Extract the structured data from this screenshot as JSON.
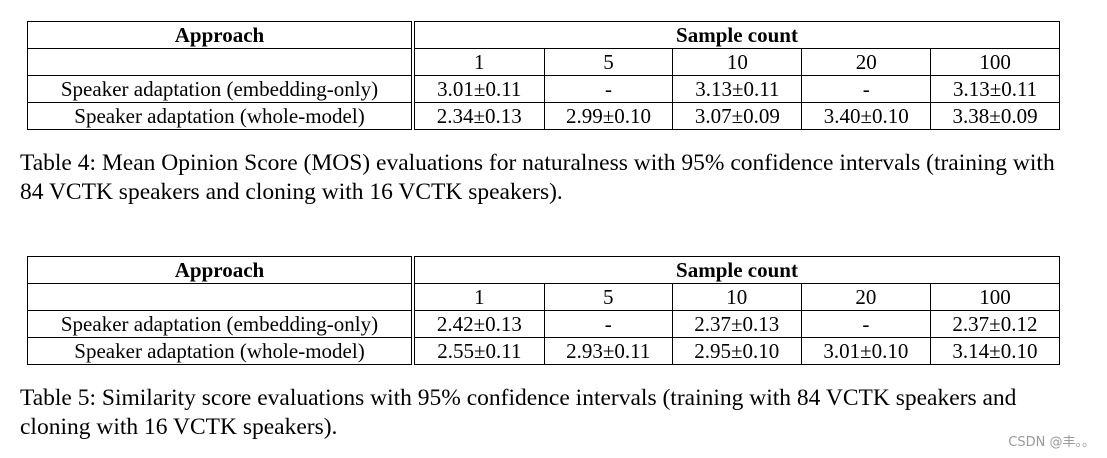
{
  "tables": [
    {
      "header": {
        "approach": "Approach",
        "sample_count": "Sample count"
      },
      "counts": [
        "1",
        "5",
        "10",
        "20",
        "100"
      ],
      "rows": [
        {
          "label": "Speaker adaptation (embedding-only)",
          "values": [
            "3.01±0.11",
            "-",
            "3.13±0.11",
            "-",
            "3.13±0.11"
          ]
        },
        {
          "label": "Speaker adaptation (whole-model)",
          "values": [
            "2.34±0.13",
            "2.99±0.10",
            "3.07±0.09",
            "3.40±0.10",
            "3.38±0.09"
          ]
        }
      ],
      "caption": "Table 4: Mean Opinion Score (MOS) evaluations for naturalness with 95% confidence intervals (training with 84 VCTK speakers and cloning with 16 VCTK speakers)."
    },
    {
      "header": {
        "approach": "Approach",
        "sample_count": "Sample count"
      },
      "counts": [
        "1",
        "5",
        "10",
        "20",
        "100"
      ],
      "rows": [
        {
          "label": "Speaker adaptation (embedding-only)",
          "values": [
            "2.42±0.13",
            "-",
            "2.37±0.13",
            "-",
            "2.37±0.12"
          ]
        },
        {
          "label": "Speaker adaptation (whole-model)",
          "values": [
            "2.55±0.11",
            "2.93±0.11",
            "2.95±0.10",
            "3.01±0.10",
            "3.14±0.10"
          ]
        }
      ],
      "caption": "Table 5: Similarity score evaluations with 95% confidence intervals (training with 84 VCTK speakers and cloning with 16 VCTK speakers)."
    }
  ],
  "watermark": "CSDN @丰。。"
}
